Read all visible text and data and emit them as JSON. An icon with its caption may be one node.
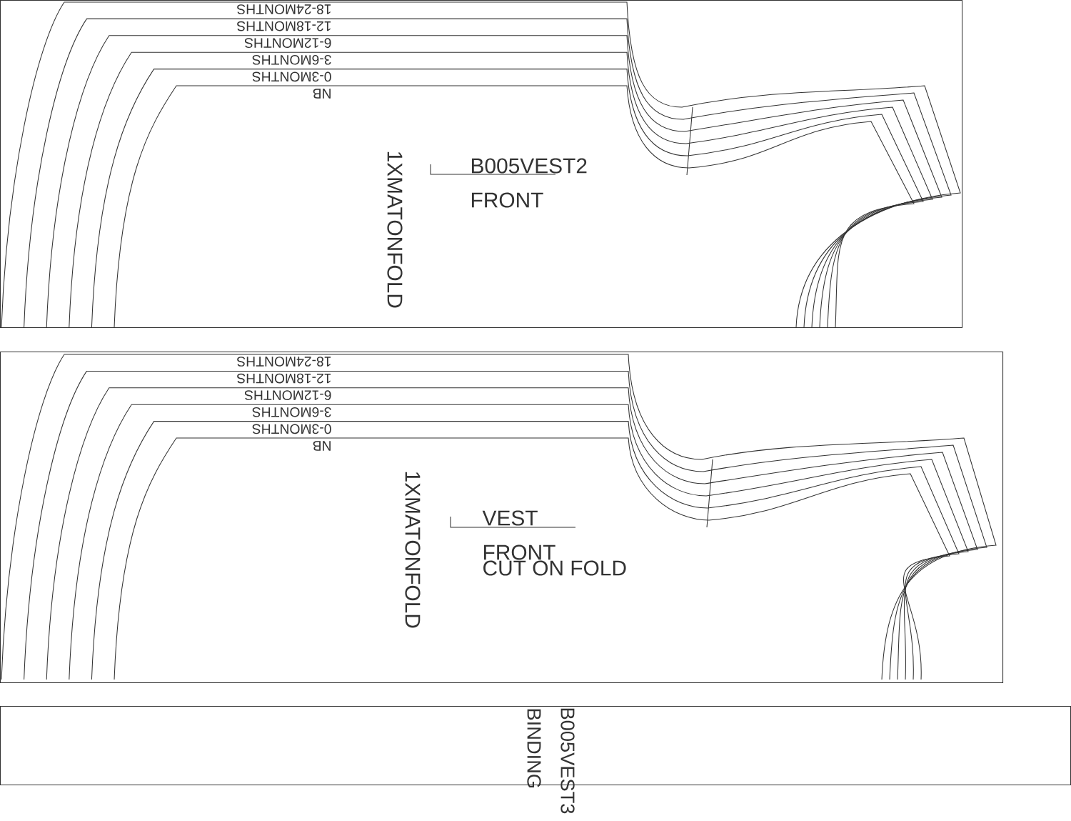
{
  "diagram": {
    "nodes": [
      {
        "text": [
          "B005VEST2",
          "FRONT",
          "1XMATONFOLD"
        ]
      },
      {
        "text": [
          "VEST",
          "FRONT",
          "CUT ON FOLD",
          "1XMATONFOLD"
        ]
      },
      {
        "text": [
          "BINDING",
          "B005VEST3"
        ]
      }
    ],
    "labels": [
      "18-24MONTHS",
      "12-18MONTHS",
      "6-12MONTHS",
      "3-6MONTHS",
      "0-3MONTHS",
      "NB",
      "18-24MONTHS",
      "12-18MONTHS",
      "6-12MONTHS",
      "3-6MONTHS",
      "0-3MONTHS",
      "NB"
    ]
  }
}
